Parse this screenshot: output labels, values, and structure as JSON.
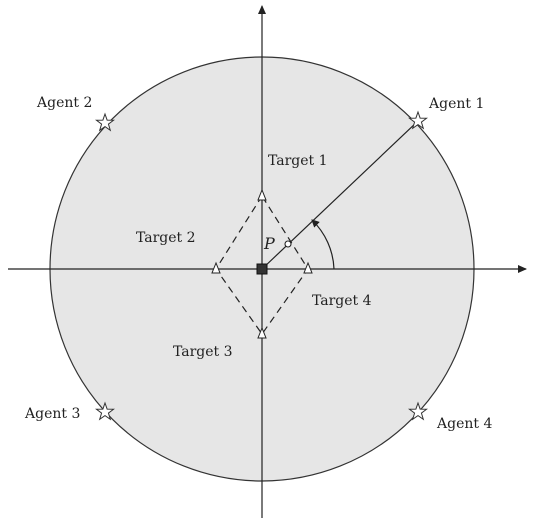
{
  "labels": {
    "agent1": "Agent 1",
    "agent2": "Agent 2",
    "agent3": "Agent 3",
    "agent4": "Agent 4",
    "target1": "Target 1",
    "target2": "Target 2",
    "target3": "Target 3",
    "target4": "Target 4",
    "point_p": "P"
  },
  "colors": {
    "region_fill": "#e6e6e6",
    "stroke": "#333333"
  },
  "icons": {
    "agent": "star-icon",
    "target": "triangle-icon",
    "center": "square-icon",
    "point": "circle-icon"
  }
}
